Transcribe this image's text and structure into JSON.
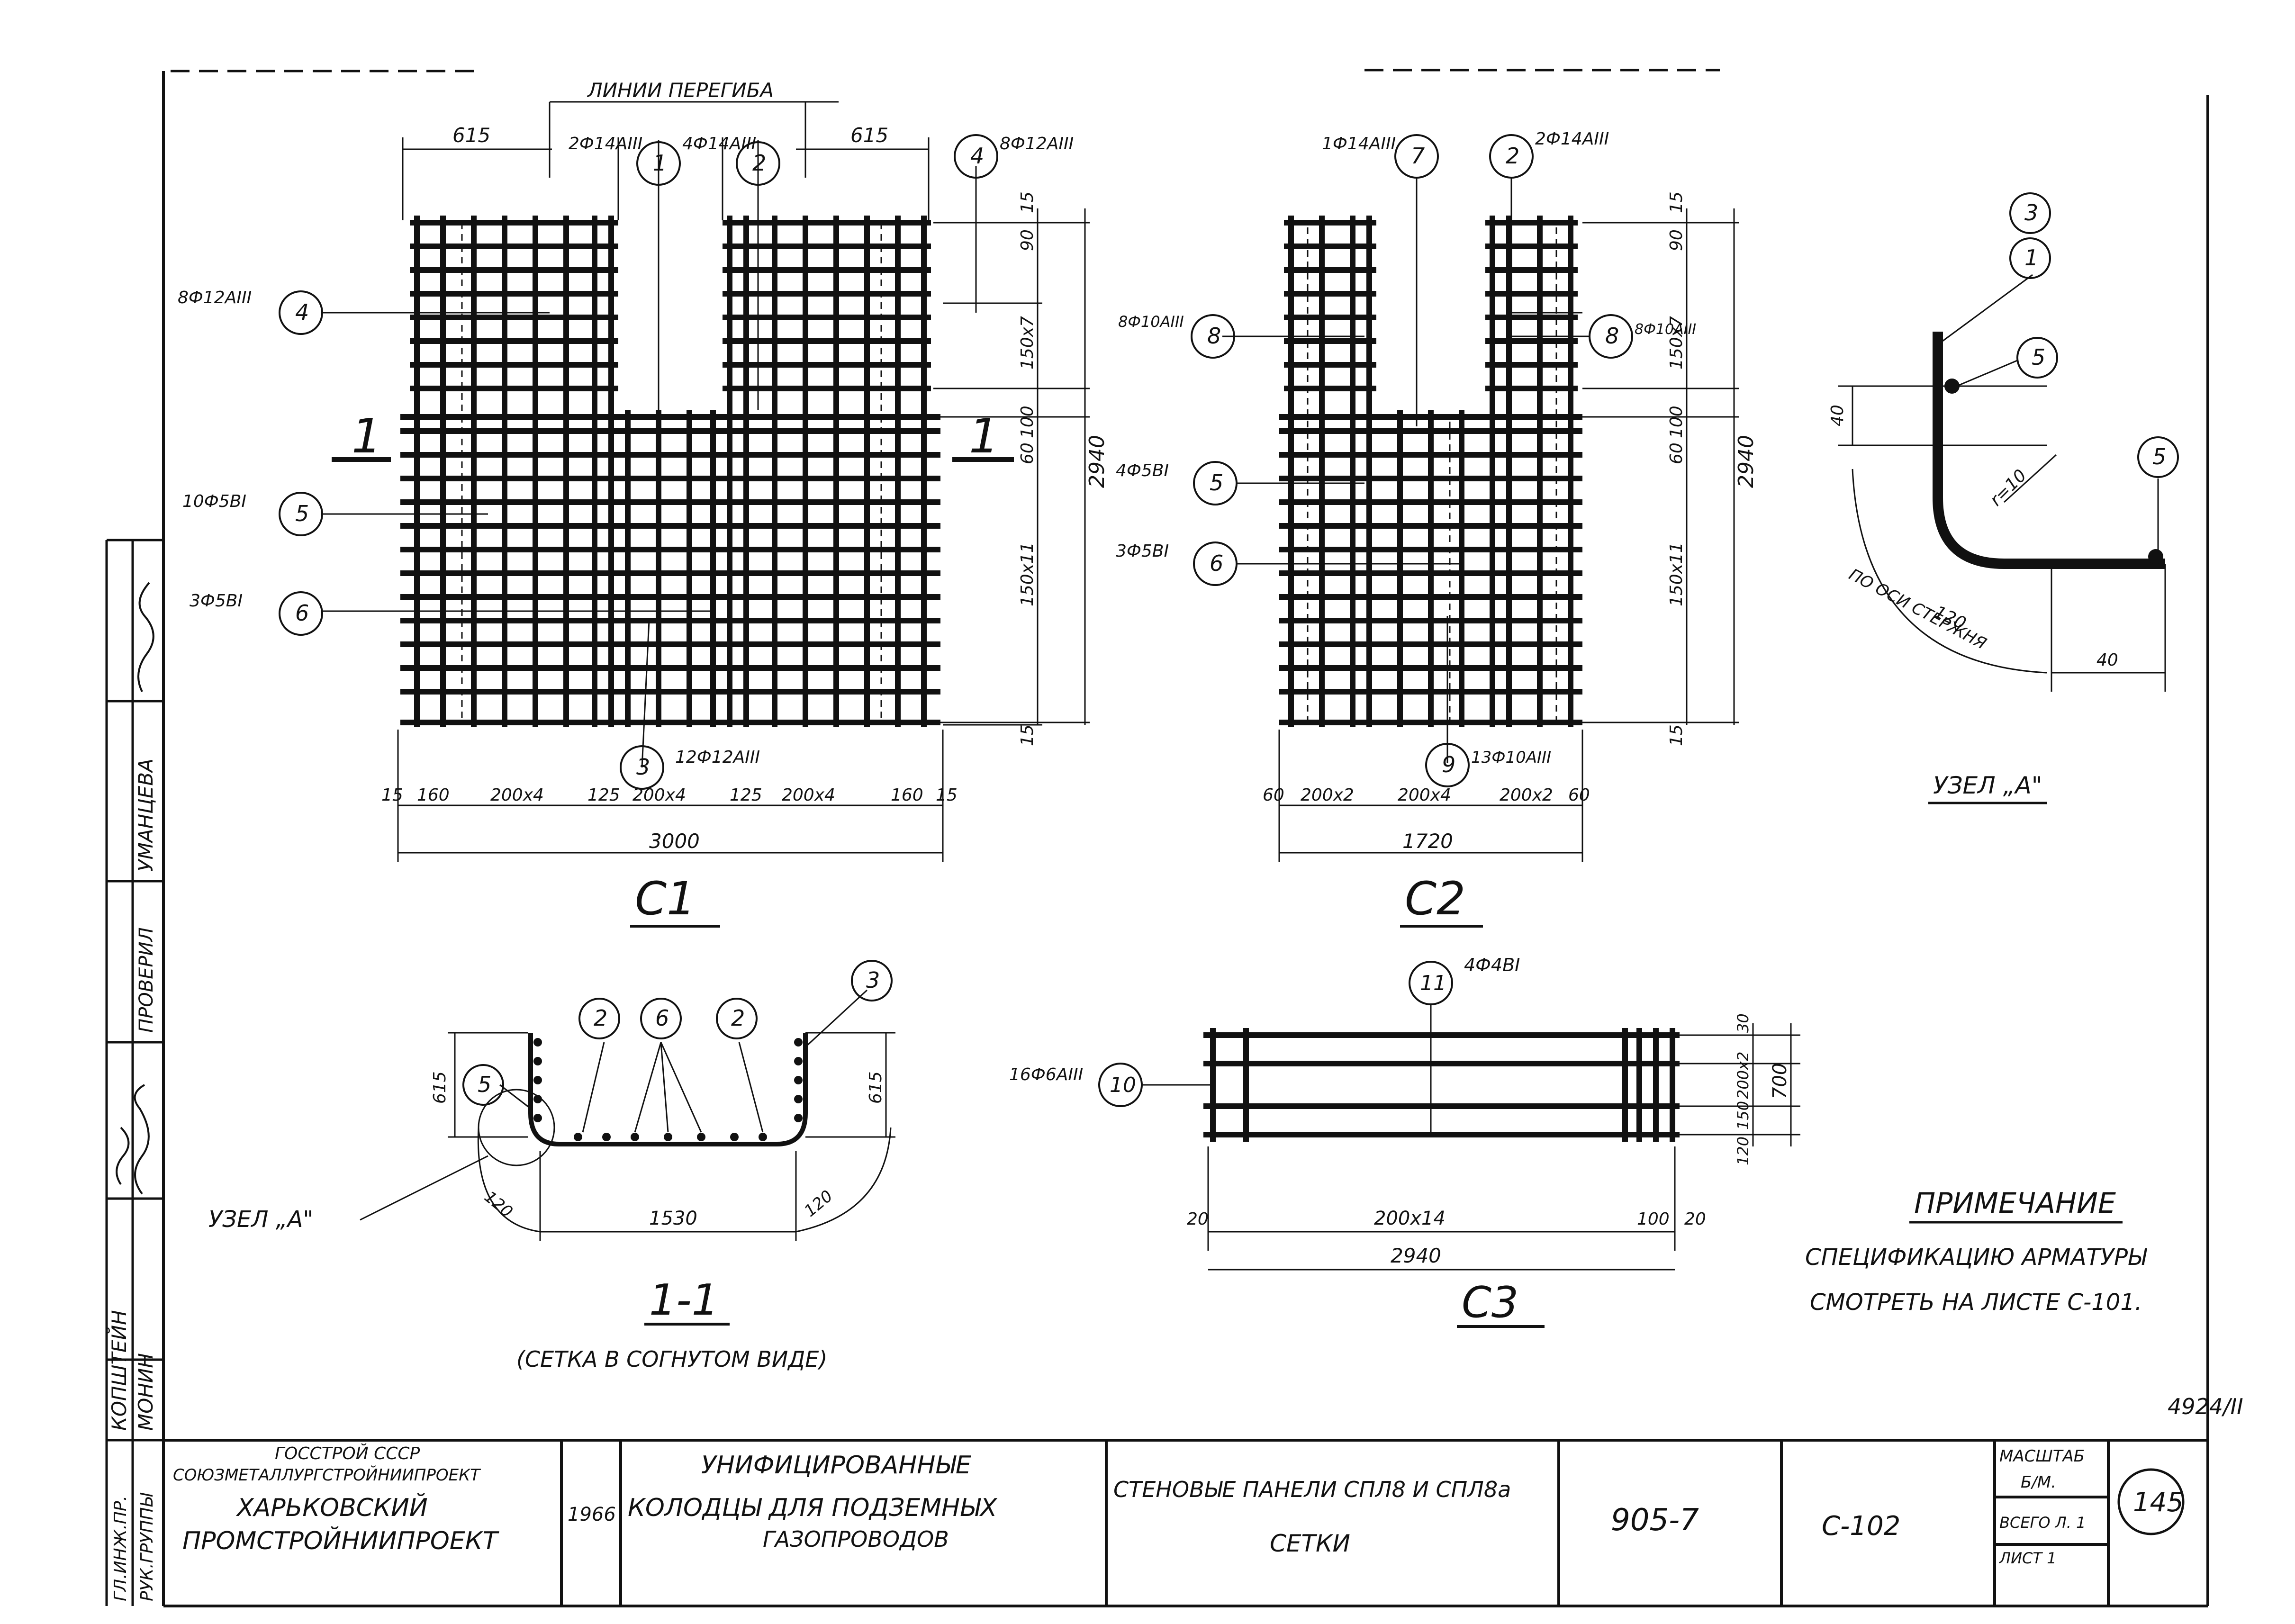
{
  "sheet": {
    "code": "4924/II",
    "number": "145"
  },
  "views": {
    "c1": {
      "title": "C1",
      "bend_lines": "ЛИНИИ ПЕРЕГИБА",
      "dims_top": [
        "615",
        "615"
      ],
      "dims_right": [
        "15",
        "90",
        "150x7",
        "100",
        "60",
        "150x11",
        "15",
        "2940"
      ],
      "dims_bottom": [
        "15",
        "160",
        "200x4",
        "125",
        "200x4",
        "125",
        "200x4",
        "160",
        "15"
      ],
      "total": "3000",
      "section_mark": "1",
      "callouts": [
        {
          "num": "1",
          "label": "4Ф14АIII"
        },
        {
          "num": "2",
          "label": "2Ф14АIII"
        },
        {
          "num": "4",
          "label": "8Ф12АIII"
        },
        {
          "num": "4",
          "label": "8Ф12АIII"
        },
        {
          "num": "5",
          "label": "10Ф5ВI"
        },
        {
          "num": "6",
          "label": "3Ф5ВI"
        },
        {
          "num": "3",
          "label": "12Ф12АIII"
        }
      ]
    },
    "c2": {
      "title": "C2",
      "dims_right": [
        "15",
        "90",
        "150x7",
        "100",
        "60",
        "150x11",
        "15",
        "2940"
      ],
      "dims_bottom": [
        "60",
        "200x2",
        "200x4",
        "200x2",
        "60"
      ],
      "total": "1720",
      "callouts": [
        {
          "num": "7",
          "label": "1Ф14АIII"
        },
        {
          "num": "2",
          "label": "2Ф14АIII"
        },
        {
          "num": "8",
          "label": "8Ф10АIII"
        },
        {
          "num": "8",
          "label": "8Ф10АIII"
        },
        {
          "num": "5",
          "label": "4Ф5ВI"
        },
        {
          "num": "6",
          "label": "3Ф5ВI"
        },
        {
          "num": "9",
          "label": "13Ф10АIII"
        }
      ]
    },
    "c3": {
      "title": "C3",
      "dims_bottom": [
        "20",
        "200x14",
        "100",
        "20"
      ],
      "total": "2940",
      "dims_right": [
        "30",
        "200x2",
        "150",
        "120",
        "700"
      ],
      "callouts": [
        {
          "num": "11",
          "label": "4Ф4ВI"
        },
        {
          "num": "10",
          "label": "16Ф6АIII"
        }
      ]
    },
    "section": {
      "title": "1-1",
      "subtitle": "(СЕТКА В СОГНУТОМ ВИДЕ)",
      "node_ref": "УЗЕЛ „А\"",
      "dims": [
        "615",
        "615",
        "120",
        "1530",
        "120"
      ],
      "callouts": [
        "5",
        "2",
        "6",
        "2",
        "3"
      ]
    },
    "node": {
      "title": "УЗЕЛ „А\"",
      "callouts": [
        "3",
        "1",
        "5",
        "5"
      ],
      "radius": "r=10",
      "dims": [
        "40",
        "40",
        "120"
      ],
      "axis_note": "ПО ОСИ СТЕРЖНЯ"
    }
  },
  "note": {
    "title": "ПРИМЕЧАНИЕ",
    "line1": "СПЕЦИФИКАЦИЮ АРМАТУРЫ",
    "line2": "СМОТРЕТЬ НА ЛИСТЕ С-101."
  },
  "title_block": {
    "org1": "ГОССТРОЙ СССР",
    "org2": "СОЮЗМЕТАЛЛУРГСТРОЙНИИПРОЕКТ",
    "org3": "ХАРЬКОВСКИЙ",
    "org4": "ПРОМСТРОЙНИИПРОЕКТ",
    "year": "1966",
    "project1": "УНИФИЦИРОВАННЫЕ",
    "project2": "КОЛОДЦЫ ДЛЯ ПОДЗЕМНЫХ",
    "project3": "ГАЗОПРОВОДОВ",
    "subject1": "СТЕНОВЫЕ ПАНЕЛИ СПЛ8 И СПЛ8а",
    "subject2": "СЕТКИ",
    "series": "905-7",
    "drawing": "С-102",
    "scale_label": "МАСШТАБ",
    "scale_value": "Б/М.",
    "total_sheets": "ВСЕГО Л. 1",
    "sheet_label": "ЛИСТ 1"
  },
  "side_stamp": {
    "roles": [
      "ГЛ.ИНЖ.ПР.",
      "РУК.ГРУППЫ",
      "ПРОВЕРИЛ"
    ],
    "names": [
      "КОПШТЕЙН",
      "МОНИН",
      "УМАНЦЕВА"
    ]
  }
}
